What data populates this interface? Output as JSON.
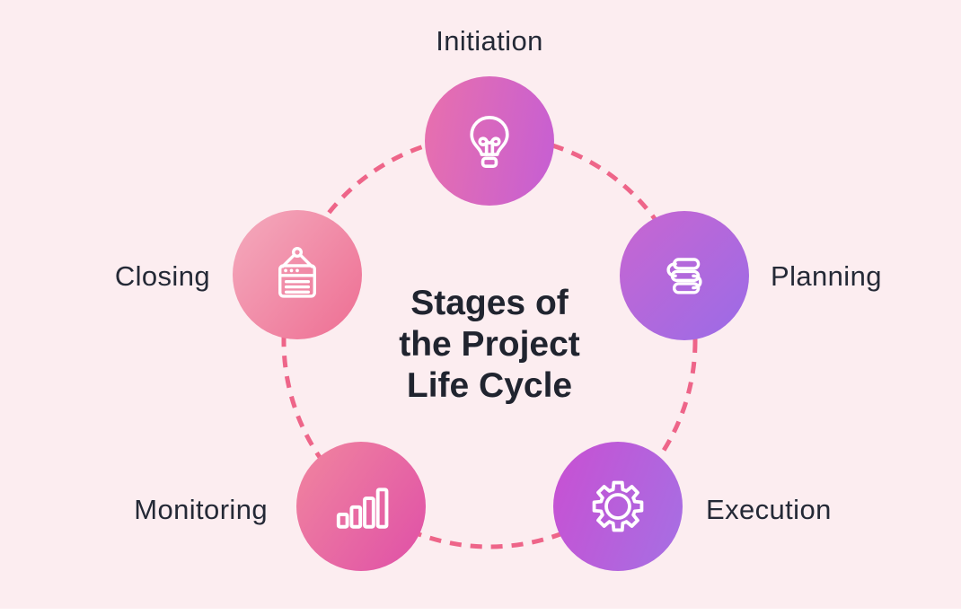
{
  "title": {
    "text": "Stages of\nthe Project\nLife Cycle"
  },
  "stages": [
    {
      "label": "Initiation",
      "icon": "lightbulb-icon",
      "position": "top",
      "gradient": [
        "#e76fae",
        "#c75fd2"
      ]
    },
    {
      "label": "Planning",
      "icon": "stacked-bars-icon",
      "position": "upper-right",
      "gradient": [
        "#c666d2",
        "#9d6be6"
      ]
    },
    {
      "label": "Execution",
      "icon": "gear-icon",
      "position": "lower-right",
      "gradient": [
        "#c751d3",
        "#a76ee3"
      ]
    },
    {
      "label": "Monitoring",
      "icon": "bar-chart-icon",
      "position": "lower-left",
      "gradient": [
        "#f0839f",
        "#e052a7"
      ]
    },
    {
      "label": "Closing",
      "icon": "hanging-sign-icon",
      "position": "upper-left",
      "gradient": [
        "#f4a8bb",
        "#ee7195"
      ]
    }
  ],
  "colors": {
    "background": "#fcedf0",
    "dashed_ring": "#ee6589",
    "title_text": "#20242f",
    "label_text": "#242936",
    "icon_stroke": "#ffffff"
  }
}
